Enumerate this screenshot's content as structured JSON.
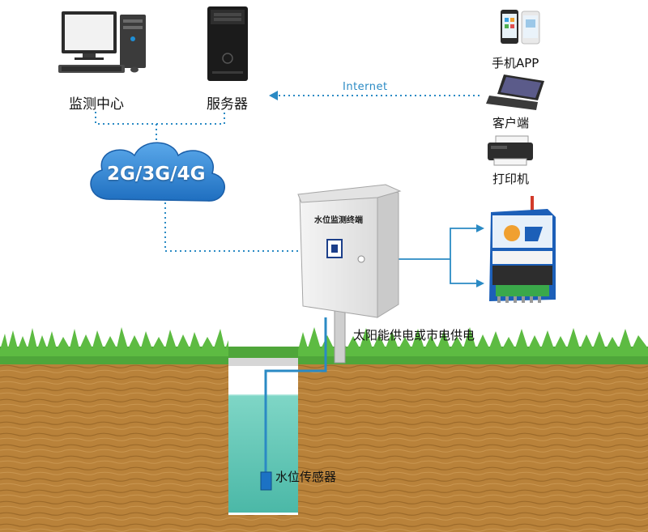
{
  "labels": {
    "monitor_center": "监测中心",
    "server": "服务器",
    "internet": "Internet",
    "network": "2G/3G/4G",
    "mobile_app": "手机APP",
    "client": "客户端",
    "printer": "打印机",
    "power_supply": "太阳能供电或市电供电",
    "water_sensor": "水位传感器",
    "terminal_title": "水位监测终端"
  },
  "icons": {
    "desktop": "desktop-computer-icon",
    "server": "server-tower-icon",
    "phones": "smartphone-icon",
    "laptop": "laptop-icon",
    "printer": "printer-icon",
    "cloud": "cloud-icon",
    "rtu": "rtu-device-icon"
  },
  "colors": {
    "link_blue": "#2a8ac4",
    "cloud_blue": "#2f86d6",
    "water": "#5cc6b6",
    "soil": "#b9823a",
    "grass": "#4fa63a"
  }
}
